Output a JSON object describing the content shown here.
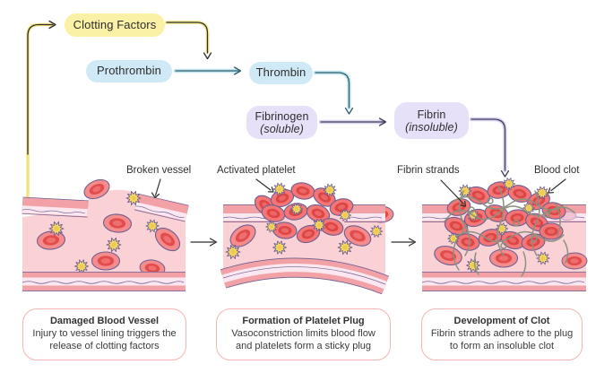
{
  "flowchart": {
    "clotting_factors_label": "Clotting Factors",
    "prothrombin_label": "Prothrombin",
    "thrombin_label": "Thrombin",
    "fibrinogen_label": "Fibrinogen",
    "fibrinogen_state": "(soluble)",
    "fibrin_label": "Fibrin",
    "fibrin_state": "(insoluble)"
  },
  "vessel_labels": {
    "broken_vessel": "Broken vessel",
    "activated_platelet": "Activated platelet",
    "fibrin_strands": "Fibrin strands",
    "blood_clot": "Blood clot"
  },
  "stages": [
    {
      "title": "Damaged Blood Vessel",
      "body": "Injury to vessel lining triggers the release of clotting factors"
    },
    {
      "title": "Formation of Platelet Plug",
      "body": "Vasoconstriction limits blood flow and platelets form a sticky plug"
    },
    {
      "title": "Development of Clot",
      "body": "Fibrin strands adhere to the plug to form an insoluble clot"
    }
  ],
  "palette": {
    "clotting_factors_fill": "#FAF1A6",
    "enzyme_fill": "#CFEAF6",
    "fibrin_fill": "#E6E0F8",
    "caption_border": "#F6B3B3",
    "arrow_yellow_glow": "#F3E47E",
    "arrow_blue_glow": "#C2E5F1",
    "arrow_purple_glow": "#D9D2F0",
    "arrow_dark": "#2D2D2D",
    "arrow_teal_core": "#2E5E6C",
    "arrow_purple_core": "#423C58",
    "vessel_wall": "#F2A2A6",
    "vessel_wall_inner": "#FAE7F0",
    "lumen": "#FAD2D6",
    "rbc_red": "#E24C4C",
    "platelet_yellow": "#F5D963",
    "fibrin_strand": "#8C9180",
    "outline_indigo": "#6E5F93",
    "text": "#2E2E2E"
  }
}
